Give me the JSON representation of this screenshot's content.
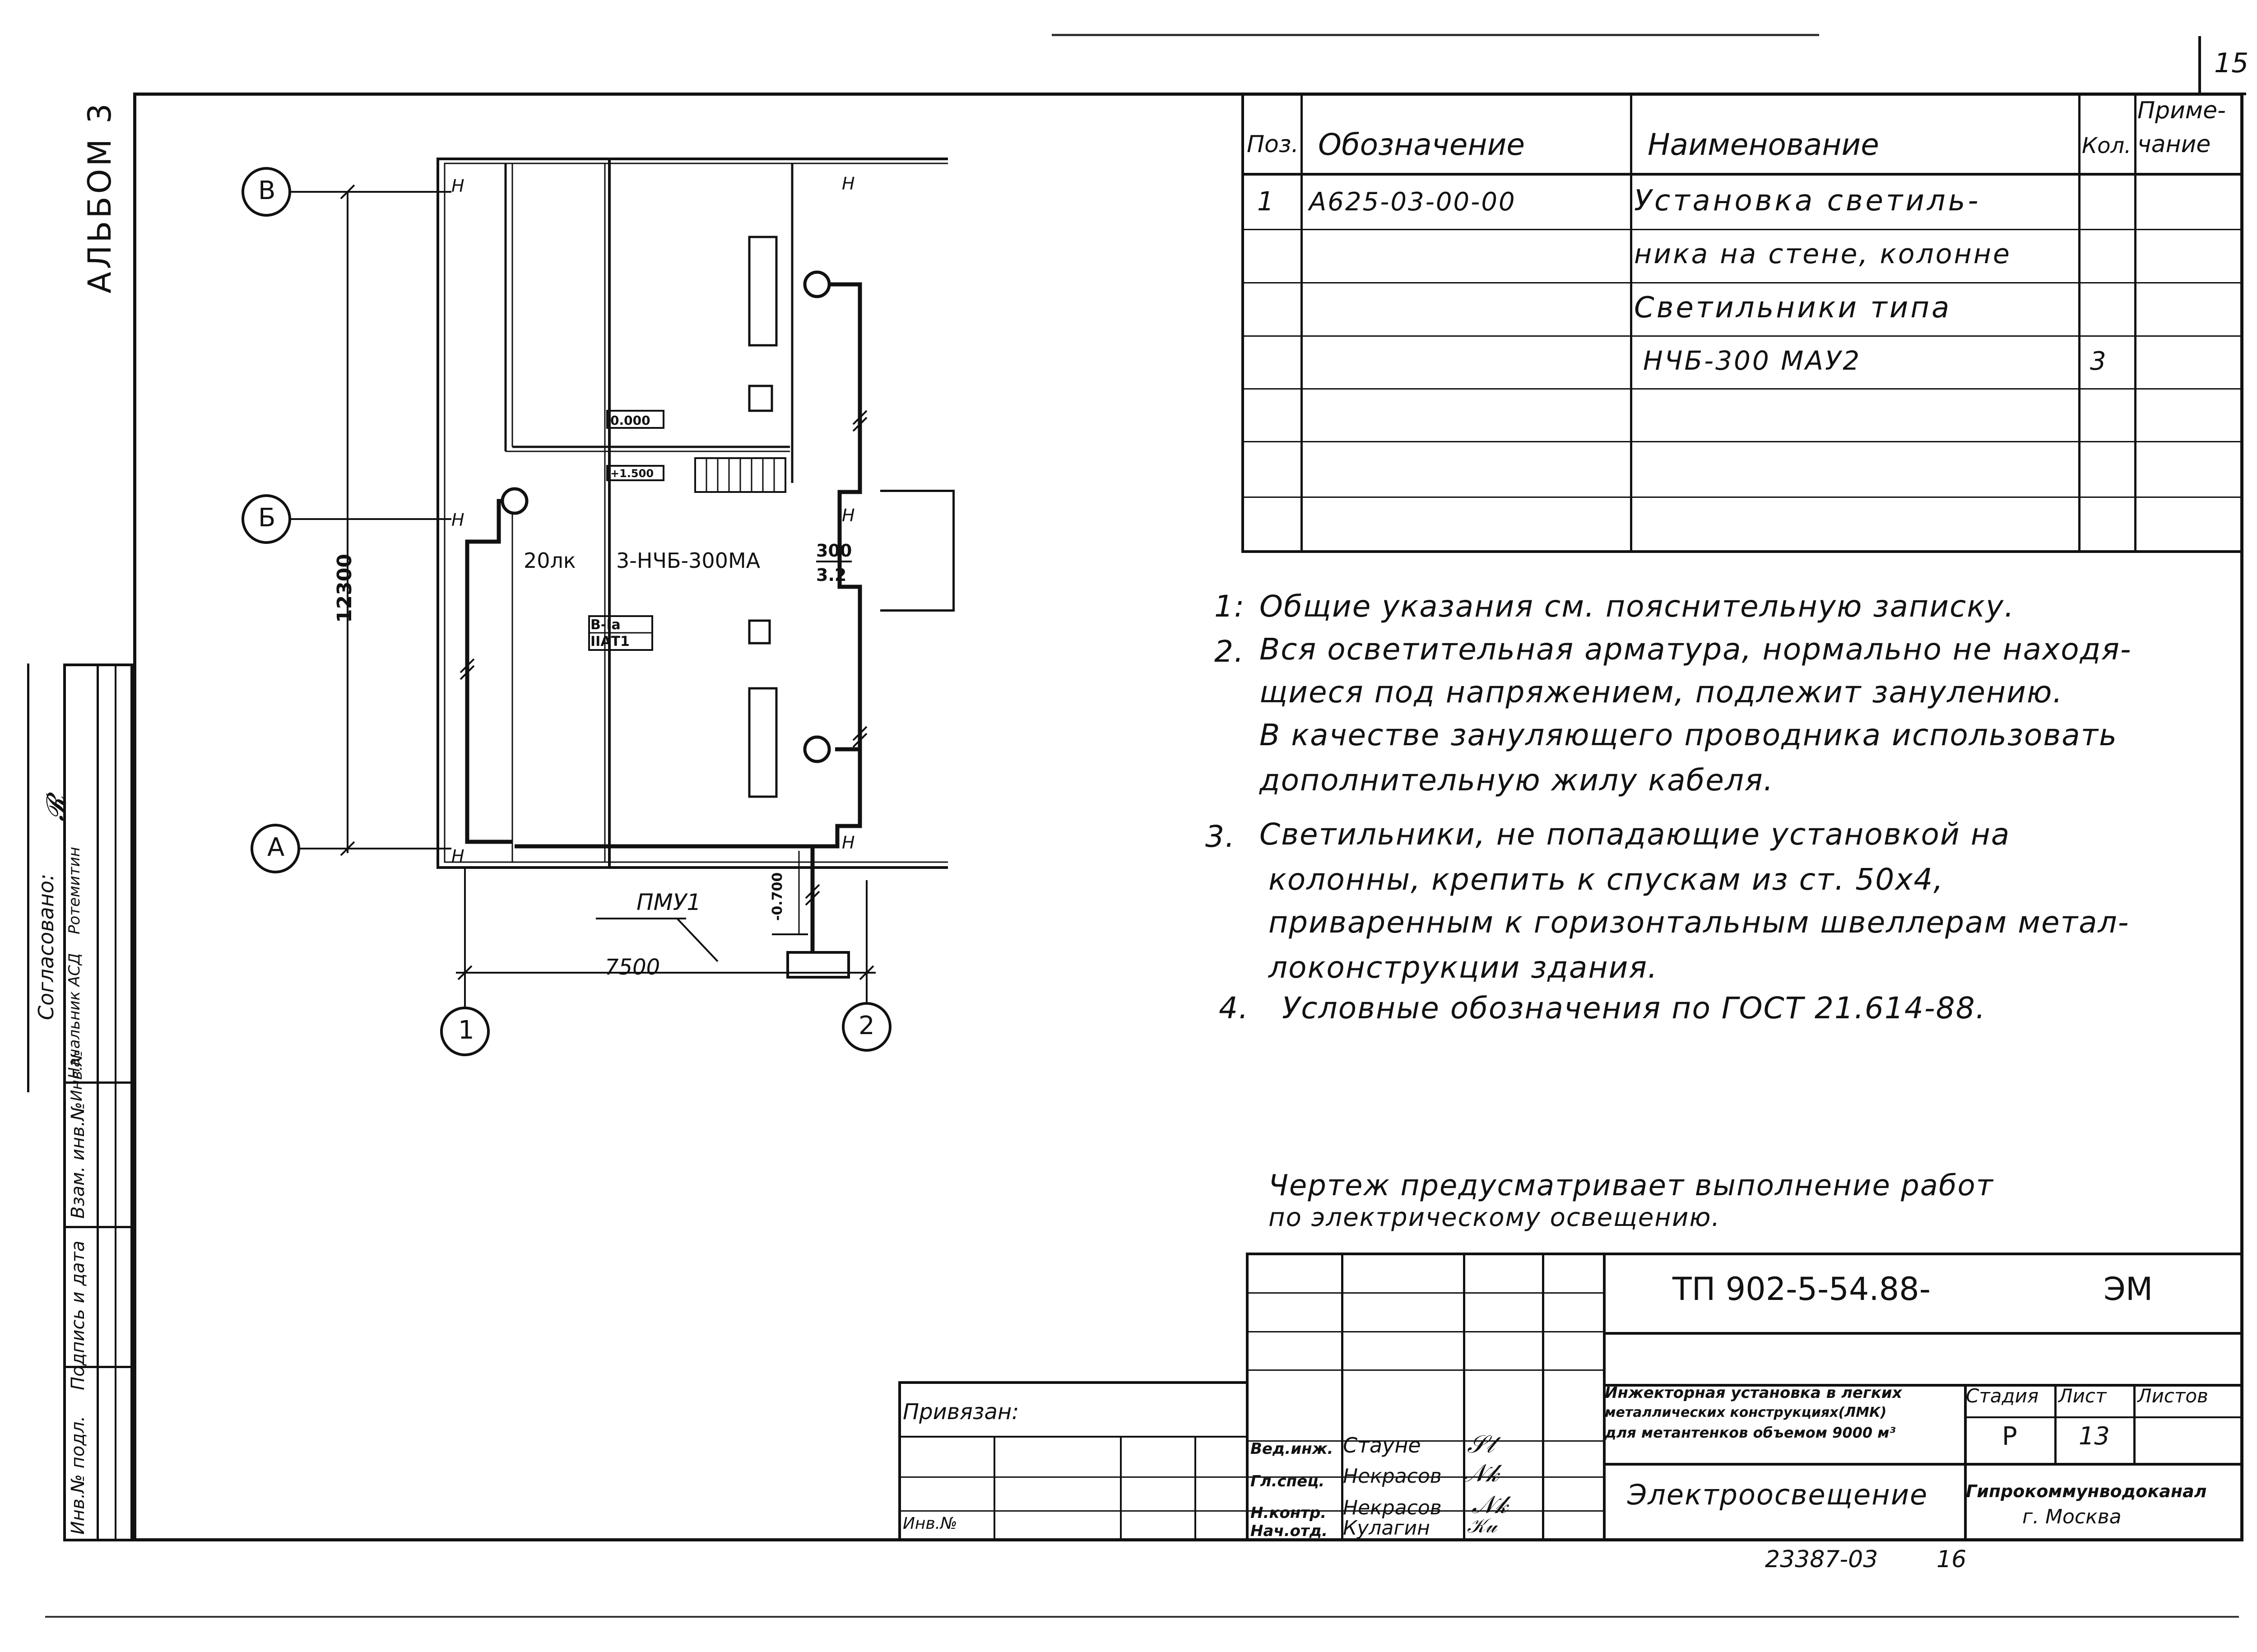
{
  "sheet_number": "15",
  "album": "АЛЬБОМ 3",
  "side_stamp": {
    "agreed": "Согласовано:",
    "head": "Начальник АСД",
    "manager": "Ротемитин",
    "inv_podl": "Инв.№ подл.",
    "sign_date": "Подпись и дата",
    "vzam_inv": "Взам. инв.№",
    "inv_no": "Инв.№"
  },
  "spec_table": {
    "headers": {
      "pos": "Поз.",
      "designation": "Обозначение",
      "name": "Наименование",
      "qty": "Кол.",
      "note_line1": "Приме-",
      "note_line2": "чание"
    },
    "rows": [
      {
        "pos": "1",
        "designation": "А625-03-00-00",
        "name": "Установка светиль-",
        "qty": ""
      },
      {
        "pos": "",
        "designation": "",
        "name": "ника на стене, колонне",
        "qty": ""
      },
      {
        "pos": "",
        "designation": "",
        "name": "Светильники типа",
        "qty": ""
      },
      {
        "pos": "",
        "designation": "",
        "name": "НЧБ-300 МАУ2",
        "qty": "3"
      }
    ]
  },
  "plan": {
    "axis_v": "В",
    "axis_b": "Б",
    "axis_a": "А",
    "axis_1": "1",
    "axis_2": "2",
    "dim_vertical": "12300",
    "dim_horizontal": "7500",
    "mark_top": "0.000",
    "mark_mid": "+1.500",
    "lux": "20лк",
    "fixture": "3-НЧБ-300МА",
    "height_top": "300",
    "height_bottom": "3.2",
    "zone_top": "В-Iа",
    "zone_bottom": "IIАТ1",
    "box_label": "ПМУ1",
    "depth_mark": "-0.700"
  },
  "notes": [
    {
      "num": "1:",
      "lines": [
        "Общие указания см. пояснительную записку."
      ]
    },
    {
      "num": "2.",
      "lines": [
        "Вся осветительная арматура, нормально не находя-",
        "щиеся под напряжением, подлежит занулению.",
        "В качестве зануляющего проводника использовать",
        "дополнительную жилу кабеля."
      ]
    },
    {
      "num": "3.",
      "lines": [
        "Светильники, не попадающие установкой на",
        "колонны, крепить к спускам из ст. 50х4,",
        "приваренным к горизонтальным швеллерам метал-",
        "локонструкции здания."
      ]
    },
    {
      "num": "4.",
      "lines": [
        "Условные обозначения по ГОСТ 21.614-88."
      ]
    }
  ],
  "drawing_note": [
    "Чертеж предусматривает выполнение работ",
    "по электрическому освещению."
  ],
  "title_block": {
    "code": "ТП 902-5-54.88-",
    "mark": "ЭМ",
    "linked": "Привязан:",
    "inv": "Инв.№",
    "roles": [
      {
        "role": "Вед.инж.",
        "name": "Стауне"
      },
      {
        "role": "Гл.спец.",
        "name": "Некрасов"
      },
      {
        "role": "Н.контр.",
        "name": "Некрасов"
      },
      {
        "role": "Нач.отд.",
        "name": "Кулагин"
      }
    ],
    "object_lines": [
      "Инжекторная установка в легких",
      "металлических конструкциях(ЛМК)",
      "для метантенков объемом 9000 м³"
    ],
    "stage_h": "Стадия",
    "sheet_h": "Лист",
    "sheets_h": "Листов",
    "stage": "Р",
    "sheet": "13",
    "sheets": "",
    "title": "Электроосвещение",
    "org_line1": "Гипрокоммунводоканал",
    "org_line2": "г. Москва",
    "archive_no": "23387-03",
    "archive_sheet": "16"
  }
}
